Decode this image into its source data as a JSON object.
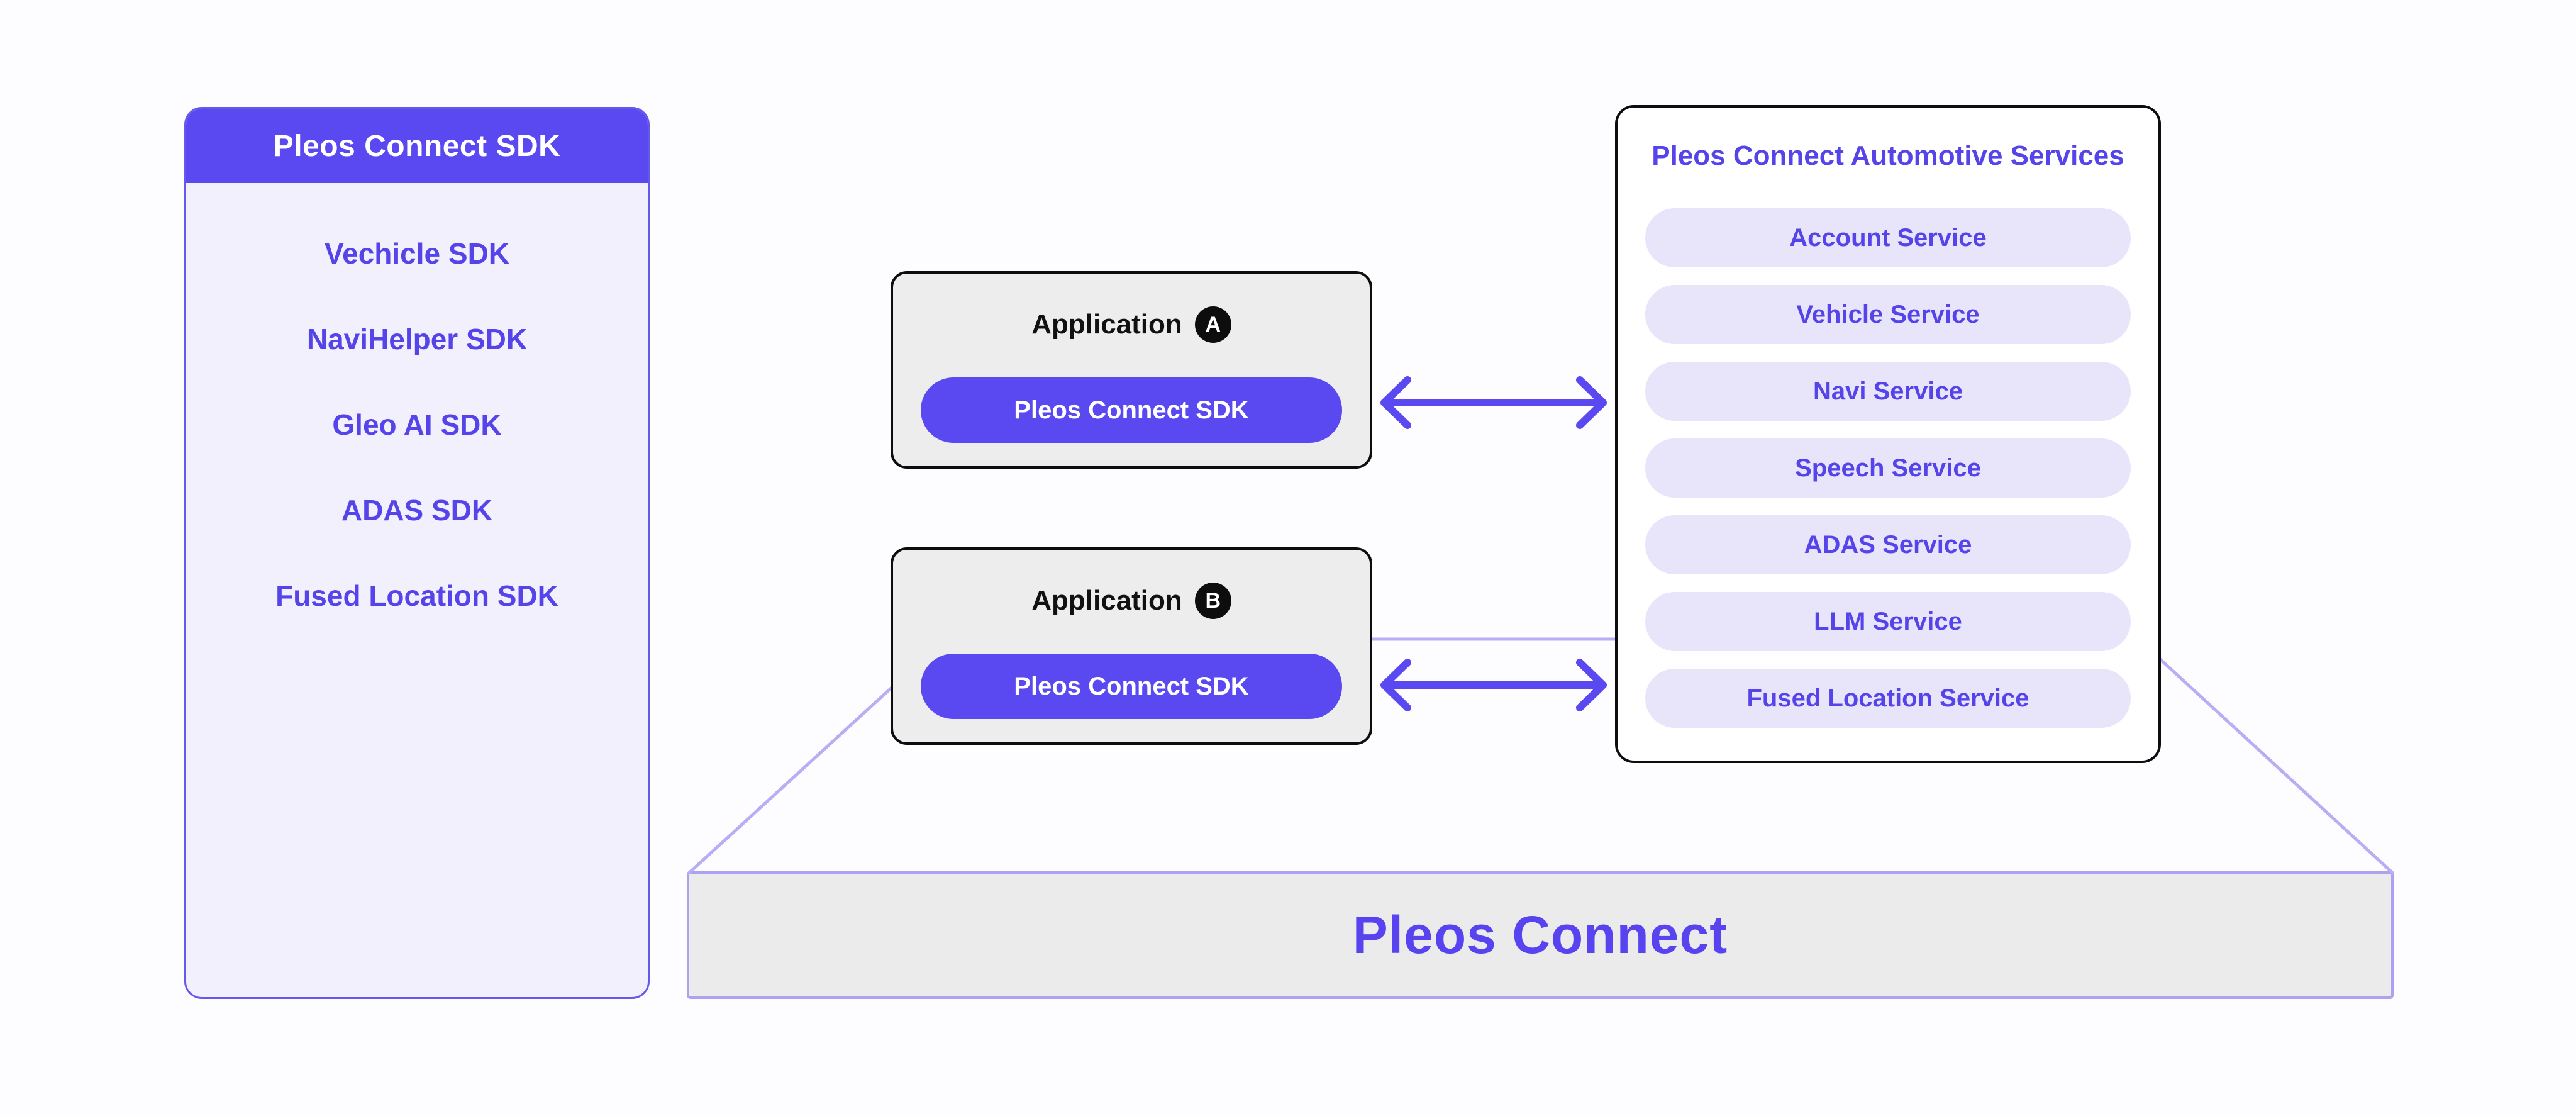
{
  "colors": {
    "primary_purple": "#5A49F0",
    "purple_text": "#5544E9",
    "sdk_panel_bg": "#F2F0FD",
    "sdk_panel_border": "#6658EC",
    "service_pill_bg": "#E8E5FB",
    "app_box_bg": "#EDEDED",
    "box_border_black": "#0D0D0D",
    "platform_bg": "#EBEBEB",
    "platform_border": "#ABA2F1",
    "perspective_line": "#B7AEF4",
    "page_bg": "#FDFDFF"
  },
  "sdk_panel": {
    "title": "Pleos Connect SDK",
    "items": [
      "Vechicle SDK",
      "NaviHelper SDK",
      "Gleo AI SDK",
      "ADAS SDK",
      "Fused Location SDK"
    ]
  },
  "applications": [
    {
      "label": "Application",
      "badge": "A",
      "pill": "Pleos Connect SDK"
    },
    {
      "label": "Application",
      "badge": "B",
      "pill": "Pleos Connect SDK"
    }
  ],
  "services_panel": {
    "title": "Pleos Connect Automotive Services",
    "items": [
      "Account Service",
      "Vehicle Service",
      "Navi Service",
      "Speech Service",
      "ADAS Service",
      "LLM Service",
      "Fused Location Service"
    ]
  },
  "platform": {
    "label": "Pleos Connect"
  }
}
